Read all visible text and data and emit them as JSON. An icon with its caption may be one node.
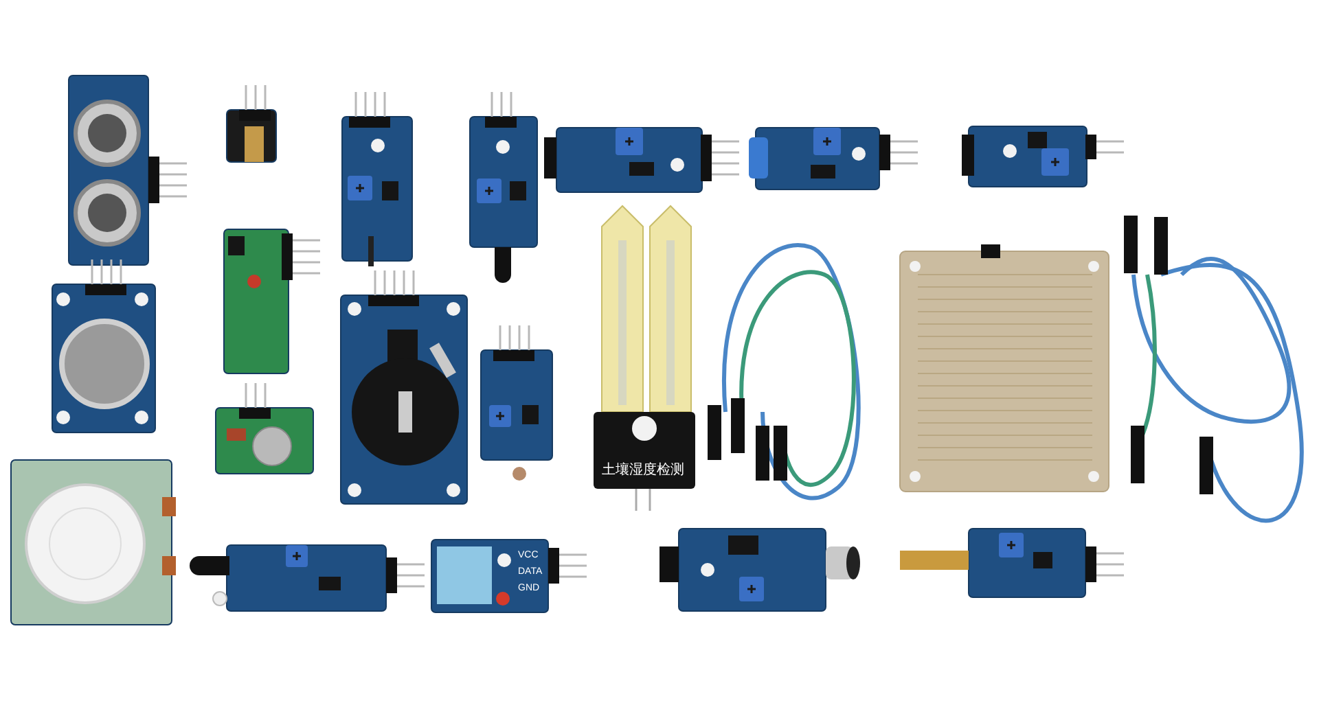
{
  "diagram": {
    "labels": [
      "土壤湿度检测",
      "VCC",
      "DATA",
      "GND"
    ]
  }
}
